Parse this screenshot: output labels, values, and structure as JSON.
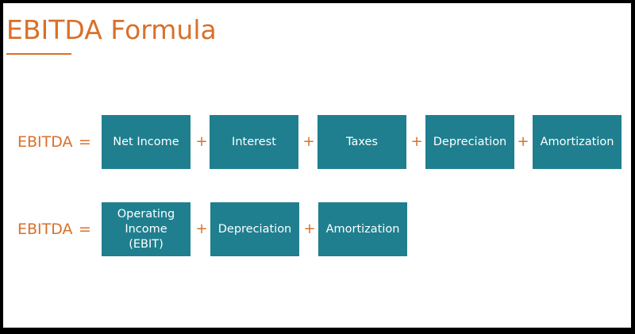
{
  "title": "EBITDA Formula",
  "colors": {
    "accent": "#d9702a",
    "box": "#1f7f8f",
    "box_text": "#ffffff"
  },
  "formula1": {
    "lhs": "EBITDA",
    "equals": "=",
    "terms": [
      "Net Income",
      "Interest",
      "Taxes",
      "Depreciation",
      "Amortization"
    ],
    "operators": [
      "+",
      "+",
      "+",
      "+"
    ]
  },
  "formula2": {
    "lhs": "EBITDA",
    "equals": "=",
    "terms": [
      "Operating\nIncome (EBIT)",
      "Depreciation",
      "Amortization"
    ],
    "operators": [
      "+",
      "+"
    ]
  }
}
